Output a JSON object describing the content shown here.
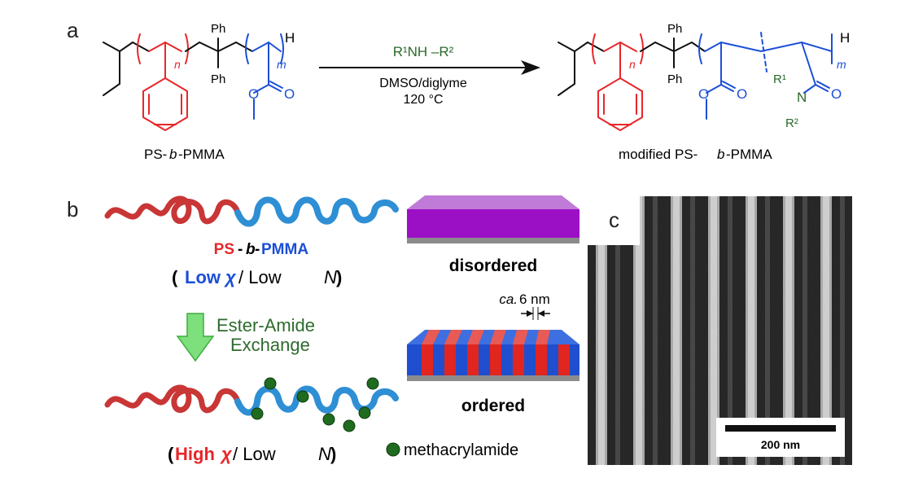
{
  "panels": {
    "a": "a",
    "b": "b",
    "c": "c"
  },
  "reaction": {
    "reactant_label_prefix": "PS-",
    "reactant_label_b": "b",
    "reactant_label_suffix": "-PMMA",
    "product_label_prefix": "modified PS-",
    "product_label_b": "b",
    "product_label_suffix": "-PMMA",
    "reagent": "R¹NH –R²",
    "solvent": "DMSO/diglyme",
    "temperature": "120 °C",
    "ph": "Ph",
    "h": "H",
    "n": "n",
    "m": "m",
    "o": "O",
    "n_atom": "N",
    "r1": "R¹",
    "r2": "R²"
  },
  "scheme": {
    "polymer_red": "PS",
    "polymer_dash1": "-",
    "polymer_b": "b",
    "polymer_dash2": "-",
    "polymer_blue": "PMMA",
    "low_chi_open": "( ",
    "low_word": "Low",
    "chi": "χ",
    "low_n_text": " / Low ",
    "n_italic": "N",
    "close": " )",
    "exchange_line1": "Ester-Amide",
    "exchange_line2": "Exchange",
    "high_word": "High",
    "high_chi_open": "(",
    "disordered": "disordered",
    "ordered": "ordered",
    "ca": "ca.",
    "spacing": " 6 nm",
    "legend": "methacrylamide"
  },
  "sem": {
    "scalebar": "200 nm"
  },
  "colors": {
    "ps": "#e8262a",
    "pmma": "#1b4fd6",
    "amide": "#2a6a2a",
    "film_disordered": "#9b10c4"
  }
}
